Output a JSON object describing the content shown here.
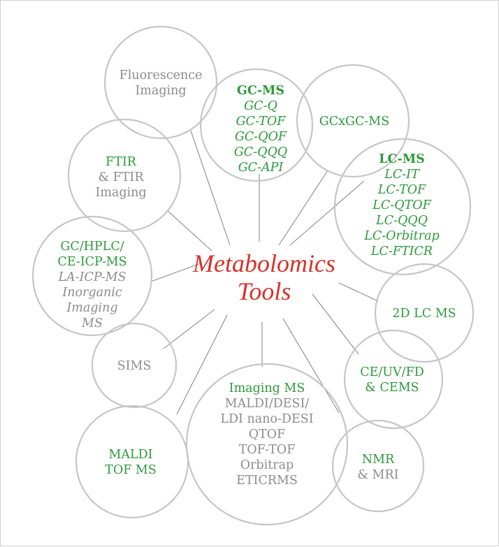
{
  "center": {
    "line1": "Metabolomics",
    "line2": "Tools",
    "color": "#d8322a"
  },
  "colors": {
    "green": "#2c9a3a",
    "gray": "#8c8c8c",
    "circle": "#c6c6c6"
  },
  "nodes": {
    "fluorescence": {
      "lines": [
        "Fluorescence",
        "Imaging"
      ]
    },
    "gcms": {
      "title": "GC-MS",
      "items": [
        "GC-Q",
        "GC-TOF",
        "GC-QOF",
        "GC-QQQ",
        "GC-API"
      ]
    },
    "gcxgc": {
      "title": "GCxGC-MS"
    },
    "ftir": {
      "title": "FTIR",
      "lines": [
        "& FTIR",
        "Imaging"
      ]
    },
    "lcms": {
      "title": "LC-MS",
      "items": [
        "LC-IT",
        "LC-TOF",
        "LC-QTOF",
        "LC-QQQ",
        "LC-Orbitrap",
        "LC-FTICR"
      ]
    },
    "gchplc": {
      "titles": [
        "GC/HPLC/",
        "CE-ICP-MS"
      ],
      "items": [
        "LA-ICP-MS",
        "Inorganic",
        "Imaging",
        "MS"
      ]
    },
    "lc2d": {
      "title": "2D LC MS"
    },
    "sims": {
      "title": "SIMS"
    },
    "ceuv": {
      "lines": [
        "CE/UV/FD",
        "& CEMS"
      ]
    },
    "imaging": {
      "title": "Imaging MS",
      "lines": [
        "MALDI/DESI/",
        "LDI nano-DESI",
        "QTOF",
        "TOF-TOF",
        "Orbitrap",
        "ETICRMS"
      ]
    },
    "maldi": {
      "lines": [
        "MALDI",
        "TOF MS"
      ]
    },
    "nmr": {
      "title": "NMR",
      "lines": [
        "& MRI"
      ]
    }
  }
}
